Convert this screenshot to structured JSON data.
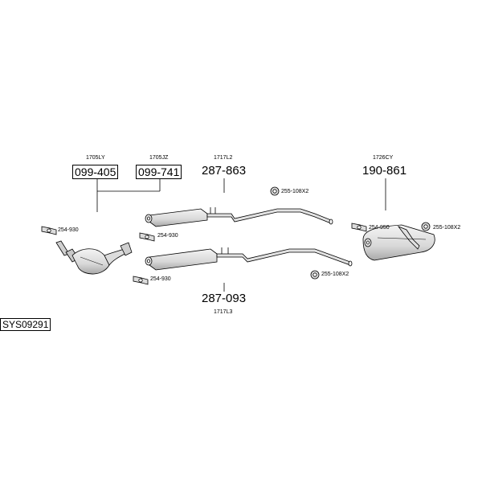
{
  "system_id": "SYS09291",
  "parts": {
    "part_099_405": {
      "code": "099-405",
      "ref": "1705LY"
    },
    "part_099_741": {
      "code": "099-741",
      "ref": "1705JZ"
    },
    "part_287_863": {
      "code": "287-863",
      "ref": "1717L2"
    },
    "part_287_093": {
      "code": "287-093",
      "ref": "1717L3"
    },
    "part_190_861": {
      "code": "190-861",
      "ref": "1726CY"
    }
  },
  "accessories": {
    "gasket_254_930_a": "254-930",
    "gasket_254_930_b": "254-930",
    "gasket_254_930_c": "254-930",
    "clamp_255_108x2_upper": "255-108X2",
    "clamp_255_108x2_lower": "255-108X2",
    "gasket_254_950": "254-950",
    "clamp_255_108x2_rear": "255-108X2"
  },
  "colors": {
    "line": "#000000",
    "part_fill": "#e6e6e6",
    "part_shade": "#bdbdbd",
    "background": "#ffffff"
  }
}
